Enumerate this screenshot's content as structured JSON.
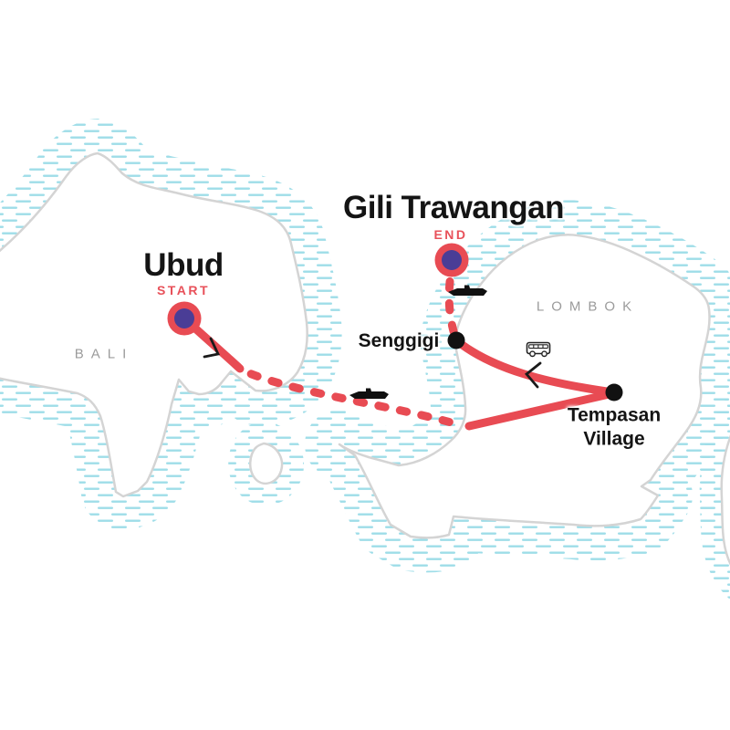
{
  "map": {
    "regions": [
      {
        "label": "BALI"
      },
      {
        "label": "LOMBOK"
      }
    ],
    "stops": [
      {
        "label": "Ubud",
        "tag": "START",
        "marker": "start-marker"
      },
      {
        "label": "Senggigi",
        "tag": "",
        "marker": "black-dot"
      },
      {
        "label": "Tempasan Village",
        "tag": "",
        "marker": "black-dot"
      },
      {
        "label": "Gili Trawangan",
        "tag": "END",
        "marker": "end-marker"
      }
    ],
    "route": {
      "legs": [
        {
          "from": "Ubud",
          "to": "Bali east coast",
          "style": "solid"
        },
        {
          "from": "Bali east coast",
          "to": "Lombok coast",
          "style": "dashed",
          "mode": "boat"
        },
        {
          "from": "Lombok coast",
          "to": "Tempasan Village",
          "style": "solid"
        },
        {
          "from": "Tempasan Village",
          "to": "Senggigi",
          "style": "solid",
          "mode": "bus"
        },
        {
          "from": "Senggigi",
          "to": "Gili Trawangan",
          "style": "dashed",
          "mode": "boat"
        }
      ]
    },
    "colors": {
      "route": "#E84B53",
      "marker_core": "#4A3D96",
      "stop_dot": "#111111",
      "coastline": "#D4D4D4",
      "water_hatch": "#9EDDE8",
      "region_text": "#9B9B9B",
      "city_text": "#141414",
      "tag_text": "#E8515A"
    }
  }
}
